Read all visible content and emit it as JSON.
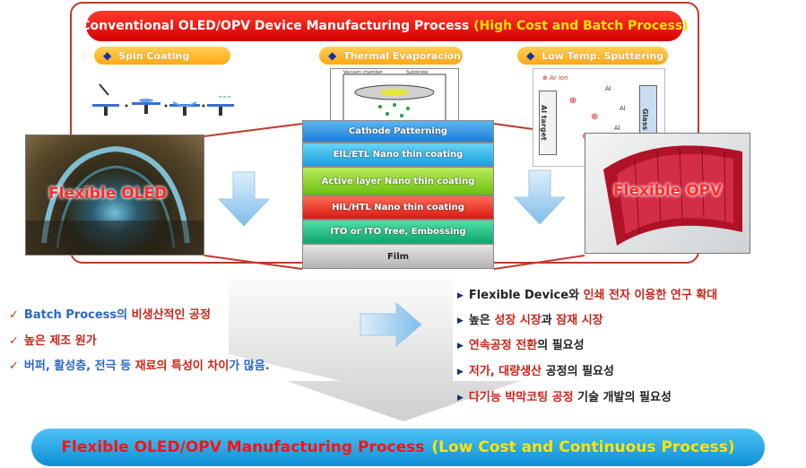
{
  "header": {
    "title_main": "Conventional OLED/OPV Device Manufacturing Process",
    "title_highlight": "(High Cost and Batch Process)"
  },
  "methods": [
    {
      "label": "Spin Coating"
    },
    {
      "label": "Thermal Evaporacion"
    },
    {
      "label": "Low Temp. Sputtering"
    }
  ],
  "evaporation_diagram": {
    "labels": [
      "Vacuum chamber",
      "Substrate"
    ]
  },
  "sputter_diagram": {
    "ion": "Ar ion",
    "atom": "Al",
    "target": "Al target",
    "substrate": "Glass"
  },
  "photos": {
    "oled_label": "Flexible OLED",
    "opv_label": "Flexible OPV"
  },
  "layers": [
    {
      "label": "Cathode Patterning",
      "color": "#2a8fe0"
    },
    {
      "label": "EIL/ETL Nano thin coating",
      "color": "#29b4ea"
    },
    {
      "label": "Active layer Nano thin coating",
      "color": "#7fcc1e"
    },
    {
      "label": "HIL/HTL Nano thin coating",
      "color": "#e8261c"
    },
    {
      "label": "ITO or ITO free, Embossing",
      "color": "#18b37d"
    },
    {
      "label": "Film",
      "color": "#c8c8c8"
    }
  ],
  "left_bullets": [
    {
      "a": "Batch Process의",
      "b": "비생산적인 공정"
    },
    {
      "a": "높은 제조 원가",
      "b": ""
    },
    {
      "a": "버퍼, 활성층, 전극 등",
      "b": "재료의 특성이 차이",
      "c": "가 많음."
    }
  ],
  "right_bullets": [
    {
      "a": "Flexible Device와",
      "b": "인쇄 전자 이용한 연구 확대",
      "c": ""
    },
    {
      "a": "높은",
      "b": "성장 시장",
      "c": "과",
      "d": "잠재 시장"
    },
    {
      "a": "",
      "b": "연속공정 전환",
      "c": "의 필요성"
    },
    {
      "a": "",
      "b": "저가, 대량생산",
      "c": "공정의 필요성"
    },
    {
      "a": "",
      "b": "다기능 박막코팅 공정",
      "c": "기술 개발의 필요성"
    }
  ],
  "footer": {
    "main": "Flexible OLED/OPV Manufacturing Process",
    "highlight": "(Low Cost and Continuous Process)"
  },
  "colors": {
    "banner_red": "#e01010",
    "pill_orange": "#ffb020",
    "footer_blue": "#1aa0e6",
    "arrow_blue": "#8fc8f0"
  }
}
